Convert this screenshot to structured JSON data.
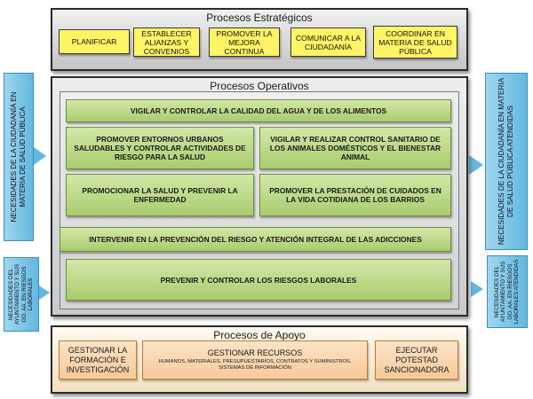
{
  "strategic": {
    "title": "Procesos Estratégicos",
    "items": [
      "PLANIFICAR",
      "ESTABLECER ALIANZAS Y CONVENIOS",
      "PROMOVER LA MEJORA CONTINUA",
      "COMUNICAR A LA CIUDADANÍA",
      "COORDINAR EN MATERIA DE SALUD PÚBLICA"
    ]
  },
  "operational": {
    "title": "Procesos Operativos",
    "items": [
      "VIGILAR  Y CONTROLAR LA CALIDAD DEL AGUA Y DE LOS ALIMENTOS",
      "PROMOVER ENTORNOS URBANOS SALUDABLES Y CONTROLAR  ACTIVIDADES DE RIESGO PARA LA SALUD",
      "VIGILAR Y REALIZAR CONTROL SANITARIO DE LOS ANIMALES DOMÉSTICOS Y EL BIENESTAR ANIMAL",
      "PROMOCIONAR LA SALUD Y PREVENIR LA ENFERMEDAD",
      "PROMOVER LA PRESTACIÓN DE CUIDADOS EN LA VIDA COTIDIANA DE LOS BARRIOS",
      "INTERVENIR EN LA PREVENCIÓN DEL RIESGO Y ATENCIÓN INTEGRAL DE LAS ADICCIONES",
      "PREVENIR Y CONTROLAR LOS RIESGOS LABORALES"
    ]
  },
  "support": {
    "title": "Procesos de Apoyo",
    "items": [
      {
        "label": "GESTIONAR LA FORMACIÓN E INVESTIGACIÓN",
        "detail": ""
      },
      {
        "label": "GESTIONAR RECURSOS",
        "detail": "HUMANOS, MATERIALES, PRESUPUESTARIOS, CONTRATOS Y SUMINISTROS, SISTEMAS DE INFORMACIÓN"
      },
      {
        "label": "EJECUTAR POTESTAD SANCIONADORA",
        "detail": ""
      }
    ]
  },
  "sides": {
    "left_top": "NECESIDADES DE LA CIUDADANÍA EN  MATERIA DE SALUD PÚBLICA",
    "left_bottom": "NECESIDADES DEL AYUNTAMIENTO Y SUS OO. AA. EN RIESGOS LABORALES",
    "right_top": "NECESIDADES DE LA CIUDADANÍA EN MATERIA DE SALUD PÚBLICA ATENDIDAS",
    "right_bottom": "NECESIDADES DEL AYUNTAMIENTO Y SUS OO. AA. EN RIESGOS LABORALES ATENDIDAS"
  },
  "colors": {
    "strategic_box": "#fff466",
    "operational_box": "#b8d883",
    "support_box": "#f9d4a8",
    "side_panel": "#7cc6e6"
  }
}
